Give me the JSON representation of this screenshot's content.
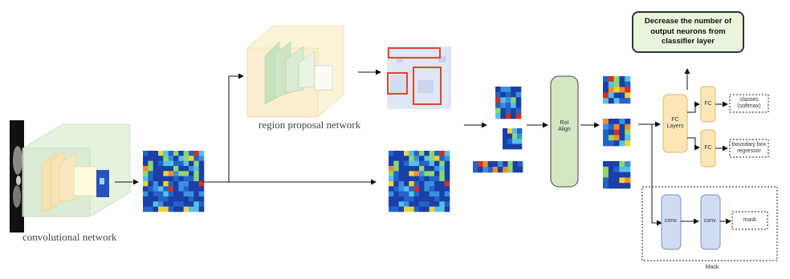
{
  "labels": {
    "conv_net": "convolutional network",
    "rpn": "region proposal network",
    "roi_align": "RoI\nAlign",
    "fc_layers": "FC\nLayers",
    "fc1": "FC",
    "fc2": "FC",
    "classes": "classes\n(softmax)",
    "bbox": "boundary box\nregressor",
    "conv1": "conv.",
    "conv2": "conv.",
    "mask_out": "mask",
    "mask_group": "Mask",
    "callout": "Decrease the number of output neurons from classifier layer"
  },
  "colors": {
    "cube_green": "#cfe8c6",
    "cube_yellow": "#fbe8b8",
    "roi_align": "#d4e6c3",
    "fc": "#fbe6b8",
    "conv": "#cfdcf2",
    "callout": "#e9f4dc",
    "proposal_box": "#e0472c"
  }
}
